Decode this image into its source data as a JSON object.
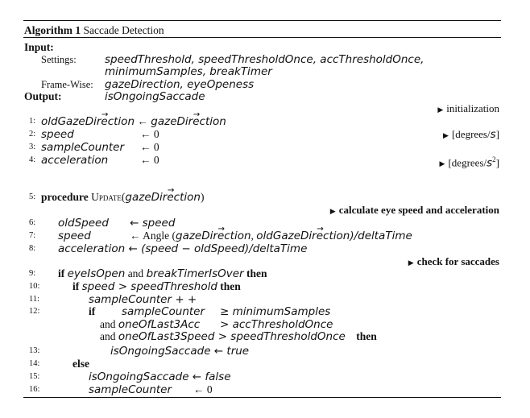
{
  "header": {
    "algorithm_label": "Algorithm 1",
    "title": "Saccade Detection"
  },
  "io": {
    "input_label": "Input:",
    "settings_label": "Settings:",
    "settings_line1": "speedThreshold, speedThresholdOnce, accThresholdOnce,",
    "settings_line2": "minimumSamples, breakTimer",
    "framewise_label": "Frame-Wise:",
    "framewise_a": "gazeDirection",
    "framewise_sep": ",",
    "framewise_b": "eyeOpeness",
    "output_label": "Output:",
    "output_value": "isOngoingSaccade"
  },
  "comments": {
    "init": "initialization",
    "deg_s": "[degrees/",
    "deg_s_unit": "s",
    "deg_s_close": "]",
    "deg_s2": "[degrees/",
    "deg_s2_unit": "s",
    "deg_s2_exp": "2",
    "deg_s2_close": "]",
    "calc": "calculate eye speed and acceleration",
    "check": "check for saccades"
  },
  "numbers": [
    "1:",
    "2:",
    "3:",
    "4:",
    "5:",
    "6:",
    "7:",
    "8:",
    "9:",
    "10:",
    "11:",
    "12:",
    "13:",
    "14:",
    "15:",
    "16:"
  ],
  "code": {
    "l1_a": "oldGazeDirection",
    "l1_arrow": "←",
    "l1_b": "gazeDirection",
    "l2_a": "speed",
    "l2_b": "← 0",
    "l3_a": "sampleCounter",
    "l3_b": "← 0",
    "l4_a": "acceleration",
    "l4_b": "← 0",
    "l5_kw": "procedure",
    "l5_name": "Update",
    "l5_open": "(",
    "l5_arg": "gazeDirection",
    "l5_close": ")",
    "l6_a": "oldSpeed",
    "l6_b": "← speed",
    "l7_a": "speed",
    "l7_arrow": "← Angle (",
    "l7_b": "gazeDirection",
    "l7_sep": ", ",
    "l7_c": "oldGazeDirection",
    "l7_d": ")/deltaTime",
    "l8_a": "acceleration",
    "l8_b": "← (speed − oldSpeed)/deltaTime",
    "l9_if": "if",
    "l9_a": "eyeIsOpen",
    "l9_and": "and",
    "l9_b": "breakTimerIsOver",
    "l9_then": "then",
    "l10_if": "if",
    "l10_a": "speed > speedThreshold",
    "l10_then": "then",
    "l11_a": "sampleCounter + +",
    "l12_if": "if",
    "l12_a": "sampleCounter",
    "l12_b": "≥ minimumSamples",
    "l12c_and": "and",
    "l12c_a": "oneOfLast3Acc",
    "l12c_b": "> accThresholdOnce",
    "l12d_and": "and",
    "l12d_a": "oneOfLast3Speed > speedThresholdOnce",
    "l12d_then": "then",
    "l13_a": "isOngoingSaccade ← true",
    "l14_else": "else",
    "l15_a": "isOngoingSaccade ← false",
    "l16_a": "sampleCounter",
    "l16_b": "← 0"
  }
}
